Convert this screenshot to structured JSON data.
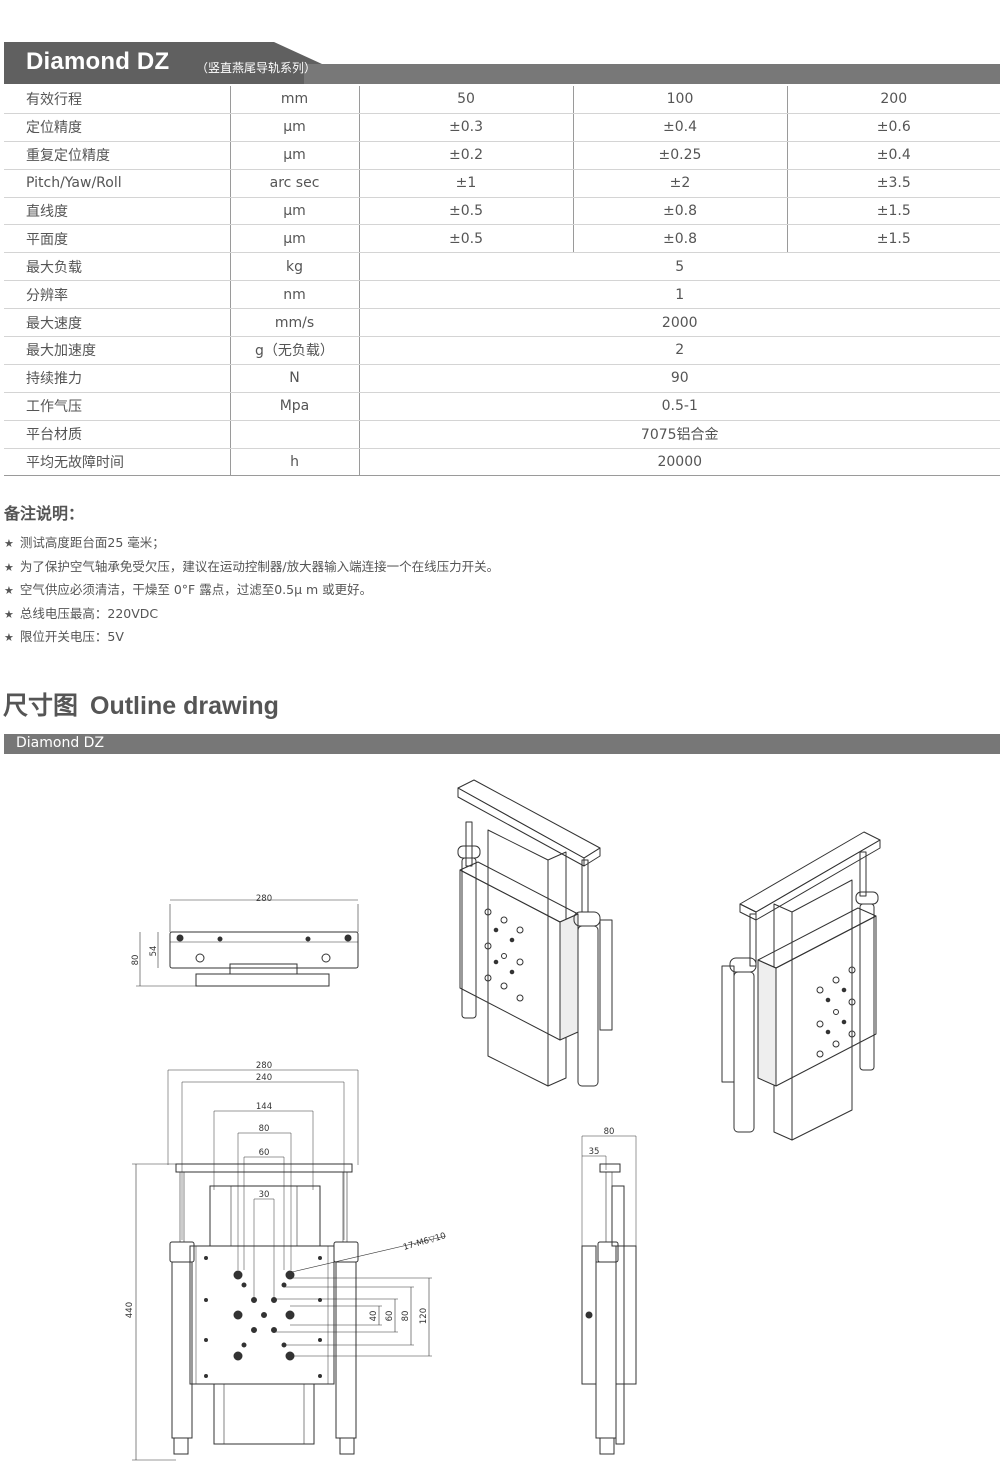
{
  "header": {
    "title": "Diamond DZ",
    "subtitle": "（竖直燕尾导轨系列）"
  },
  "spec_table": {
    "rows": [
      {
        "label": "有效行程",
        "unit": "mm",
        "values": [
          "50",
          "100",
          "200"
        ]
      },
      {
        "label": "定位精度",
        "unit": "μm",
        "values": [
          "±0.3",
          "±0.4",
          "±0.6"
        ]
      },
      {
        "label": "重复定位精度",
        "unit": "μm",
        "values": [
          "±0.2",
          "±0.25",
          "±0.4"
        ]
      },
      {
        "label": "Pitch/Yaw/Roll",
        "unit": "arc sec",
        "values": [
          "±1",
          "±2",
          "±3.5"
        ]
      },
      {
        "label": "直线度",
        "unit": "μm",
        "values": [
          "±0.5",
          "±0.8",
          "±1.5"
        ]
      },
      {
        "label": "平面度",
        "unit": "μm",
        "values": [
          "±0.5",
          "±0.8",
          "±1.5"
        ]
      },
      {
        "label": "最大负载",
        "unit": "kg",
        "value": "5"
      },
      {
        "label": "分辨率",
        "unit": "nm",
        "value": "1"
      },
      {
        "label": "最大速度",
        "unit": "mm/s",
        "value": "2000"
      },
      {
        "label": "最大加速度",
        "unit": "g（无负载）",
        "value": "2"
      },
      {
        "label": "持续推力",
        "unit": "N",
        "value": "90"
      },
      {
        "label": "工作气压",
        "unit": "Mpa",
        "value": "0.5-1"
      },
      {
        "label": "平台材质",
        "unit": "",
        "value": "7075铝合金"
      },
      {
        "label": "平均无故障时间",
        "unit": "h",
        "value": "20000"
      }
    ]
  },
  "notes": {
    "title": "备注说明：",
    "items": [
      "测试高度距台面25 毫米；",
      "为了保护空气轴承免受欠压，建议在运动控制器/放大器输入端连接一个在线压力开关。",
      "空气供应必须清洁，干燥至 0°F 露点，过滤至0.5μ m 或更好。",
      "总线电压最高：220VDC",
      "限位开关电压：5V"
    ]
  },
  "section": {
    "title_cn": "尺寸图",
    "title_en": "Outline drawing"
  },
  "drawing": {
    "bar_label": "Diamond DZ",
    "dims_top": {
      "width": "280",
      "h_outer": "80",
      "h_inner": "54"
    },
    "dims_front": [
      "280",
      "240",
      "144",
      "80",
      "60",
      "30",
      "440",
      "40",
      "60",
      "80",
      "120"
    ],
    "hole_callout": "17-M6▽10",
    "dims_side": [
      "80",
      "35"
    ]
  },
  "colors": {
    "header_bar": "#707070",
    "header_tab": "#5e5e5e",
    "grid_line": "#9a9a9a"
  }
}
